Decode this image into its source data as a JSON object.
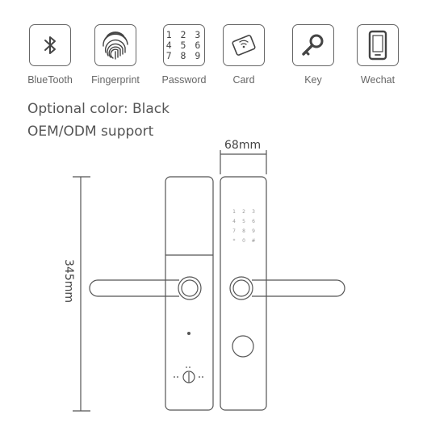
{
  "features": [
    {
      "id": "bluetooth",
      "label": "BlueTooth",
      "icon": "bluetooth-icon"
    },
    {
      "id": "fingerprint",
      "label": "Fingerprint",
      "icon": "fingerprint-icon"
    },
    {
      "id": "password",
      "label": "Password",
      "icon": "keypad-icon",
      "keypad_rows": [
        "1 2 3",
        "4 5 6",
        "7 8 9"
      ]
    },
    {
      "id": "card",
      "label": "Card",
      "icon": "card-icon"
    },
    {
      "id": "key",
      "label": "Key",
      "icon": "key-icon"
    },
    {
      "id": "wechat",
      "label": "Wechat",
      "icon": "phone-icon"
    }
  ],
  "info": {
    "color_line": "Optional color: Black",
    "oem_line": "OEM/ODM support"
  },
  "dimensions": {
    "width": "68mm",
    "height": "345mm"
  },
  "lock_keypad": [
    "1",
    "2",
    "3",
    "4",
    "5",
    "6",
    "7",
    "8",
    "9",
    "*",
    "0",
    "#"
  ],
  "colors": {
    "line": "#555555",
    "text": "#555555"
  }
}
